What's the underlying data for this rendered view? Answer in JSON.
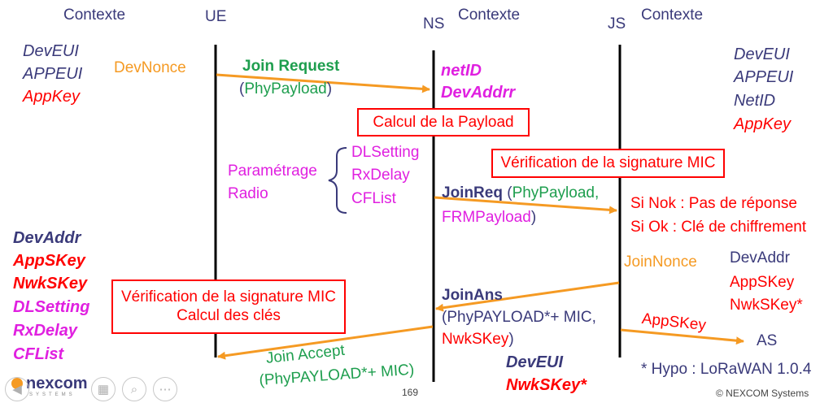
{
  "headers": {
    "ue_context": "Contexte",
    "ue": "UE",
    "ns": "NS",
    "ns_context": "Contexte",
    "js": "JS",
    "js_context": "Contexte"
  },
  "ue_context_items": [
    "DevEUI",
    "APPEUI",
    "AppKey"
  ],
  "devnonce": "DevNonce",
  "join_request": {
    "title": "Join Request",
    "payload": "PhyPayload",
    "open": "(",
    "close": ")"
  },
  "ns_context_items": [
    "netID",
    "DevAddrr"
  ],
  "js_context_items": [
    "DevEUI",
    "APPEUI",
    "NetID",
    "AppKey"
  ],
  "calc_payload_box": "Calcul de la Payload",
  "param_radio": {
    "line1": "Paramétrage",
    "line2": "Radio",
    "items": [
      "DLSetting",
      "RxDelay",
      "CFList"
    ]
  },
  "mic_box_js": "Vérification de la signature MIC",
  "joinreq": {
    "title": "JoinReq",
    "payload": "PhyPayload,",
    "frm": "FRMPayload",
    "open": "(",
    "close": ")"
  },
  "si_nok": "Si Nok : Pas de réponse",
  "si_ok": "Si Ok : Clé de chiffrement",
  "joinnonce": "JoinNonce",
  "js_keys": [
    "DevAddr",
    "AppSKey",
    "NwkSKey*"
  ],
  "ue_keys": [
    "DevAddr",
    "AppSKey",
    "NwkSKey",
    "DLSetting",
    "RxDelay",
    "CFList"
  ],
  "ue_box": {
    "line1": "Vérification de la signature MIC",
    "line2": "Calcul des clés"
  },
  "joinans": {
    "title": "JoinAns",
    "line2": "(PhyPAYLOAD*+ MIC,",
    "line3": "NwkSKey",
    "close": ")"
  },
  "appskey_arrow": "AppSKey",
  "as_label": "AS",
  "join_accept": {
    "line1": "Join Accept",
    "line2": "(PhyPAYLOAD*+ MIC)"
  },
  "ns_bottom": [
    "DevEUI",
    "NwkSKey*"
  ],
  "hypo": "* Hypo : LoRaWAN 1.0.4",
  "page_number": "169",
  "copyright": "© NEXCOM Systems",
  "logo": {
    "name": "nexcom",
    "sub": "SYSTEMS"
  },
  "colors": {
    "red": "#ff0000",
    "navy": "#3a3a7a",
    "orange": "#f59a23",
    "green": "#1e9e4e",
    "magenta": "#e020e0"
  }
}
